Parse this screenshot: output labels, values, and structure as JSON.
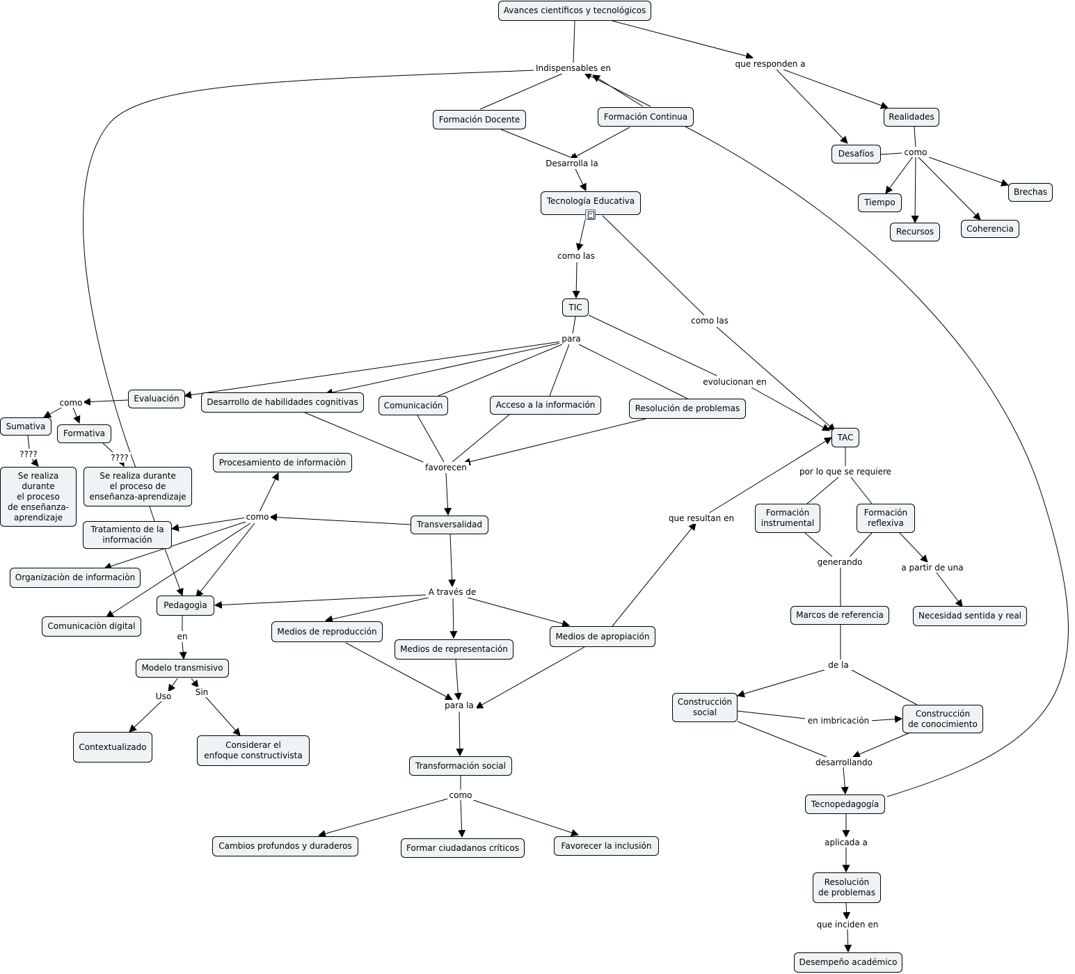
{
  "concepts": {
    "avances": "Avances científicos y tecnológicos",
    "formacion_docente": "Formación Docente",
    "formacion_continua": "Formación Continua",
    "realidades": "Realidades",
    "desafios": "Desafíos",
    "tiempo": "Tiempo",
    "recursos": "Recursos",
    "coherencia": "Coherencia",
    "brechas": "Brechas",
    "tecnologia_educativa": "Tecnología Educativa",
    "tic": "TIC",
    "evaluacion": "Evaluación",
    "sumativa": "Sumativa",
    "formativa": "Formativa",
    "se_realiza_1": "Se realiza\ndurante\nel proceso\nde enseñanza-\naprendizaje",
    "se_realiza_2": "Se realiza durante\nel proceso de\nenseñanza-aprendizaje",
    "desarrollo_habilidades": "Desarrollo de habilidades cognitivas",
    "comunicacion": "Comunicación",
    "acceso_informacion": "Acceso a la información",
    "resolucion_problemas_1": "Resolución de problemas",
    "procesamiento": "Procesamiento de informaciòn",
    "tratamiento": "Tratamiento de la\ninformación",
    "organizacion": "Organizaciòn de informaciòn",
    "comunicacion_digital": "Comunicaciòn digital",
    "pedagogia": "Pedagogìa",
    "modelo_transmisivo": "Modelo transmisivo",
    "contextualizado": "Contextualizado",
    "considerar": "Considerar el\nenfoque constructivista",
    "transversalidad": "Transversalidad",
    "medios_reproduccion": "Medios de reproducción",
    "medios_representacion": "Medios de representación",
    "medios_apropiacion": "Medios de apropiación",
    "transformacion_social": "Transformación social",
    "cambios_profundos": "Cambios profundos y duraderos",
    "formar_ciudadanos": "Formar ciudadanos críticos",
    "favorecer_inclusion": "Favorecer la inclusión",
    "tac": "TAC",
    "formacion_instrumental": "Formación\ninstrumental",
    "formacion_reflexiva": "Formación\nreflexiva",
    "marcos_referencia": "Marcos de referencia",
    "necesidad_sentida": "Necesidad sentida y real",
    "construccion_social": "Construcción\nsocial",
    "construccion_conocimiento": "Construcción\nde conocimiento",
    "tecnopedagogia": "Tecnopedagogía",
    "resolucion_problemas_2": "Resolución\nde problemas",
    "desempeno_academico": "Desempeño académico"
  },
  "linking_phrases": {
    "indispensables_en": "Indispensables en",
    "que_responden_a": "que responden a",
    "como_realidades": "como",
    "desarrolla_la": "Desarrolla la",
    "como_las_1": "como las",
    "como_las_2": "como las",
    "para": "para",
    "evolucionan_en": "evolucionan en",
    "como_evaluacion": "como",
    "q_sumativa": "????",
    "q_formativa": "????",
    "favorecen": "favorecen",
    "como_transversalidad": "como",
    "a_traves_de": "A través de",
    "en_pedagogia": "en",
    "uso": "Uso",
    "sin": "Sin",
    "para_la": "para la",
    "como_transformacion": "como",
    "que_resultan_en": "que resultan en",
    "por_lo_que": "por lo que se requiere",
    "generando": "generando",
    "a_partir_de_una": "a partir de una",
    "de_la": "de la",
    "en_imbricacion": "en imbricación",
    "desarrollando": "desarrollando",
    "aplicada_a": "aplicada a",
    "que_inciden_en": "que inciden en"
  },
  "colors": {
    "node_fill": "#eef3f5",
    "stroke": "#000000",
    "icon_accent": "#4a6fa5"
  },
  "icons": {
    "tecnologia_educativa": "document-icon"
  }
}
